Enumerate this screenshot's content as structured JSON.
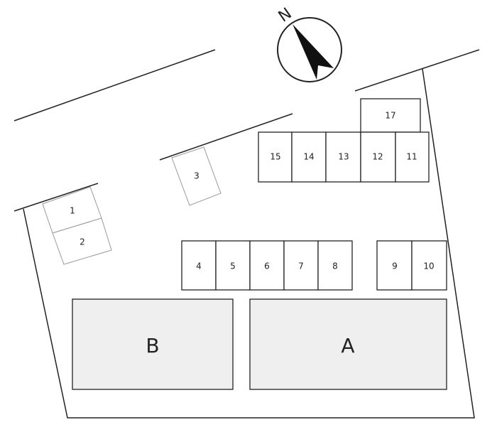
{
  "compass": {
    "label": "N"
  },
  "buildings": [
    {
      "label": "B"
    },
    {
      "label": "A"
    }
  ],
  "slots": {
    "s1": "1",
    "s2": "2",
    "s3": "3",
    "s4": "4",
    "s5": "5",
    "s6": "6",
    "s7": "7",
    "s8": "8",
    "s9": "9",
    "s10": "10",
    "s11": "11",
    "s12": "12",
    "s13": "13",
    "s14": "14",
    "s15": "15",
    "s17": "17"
  }
}
